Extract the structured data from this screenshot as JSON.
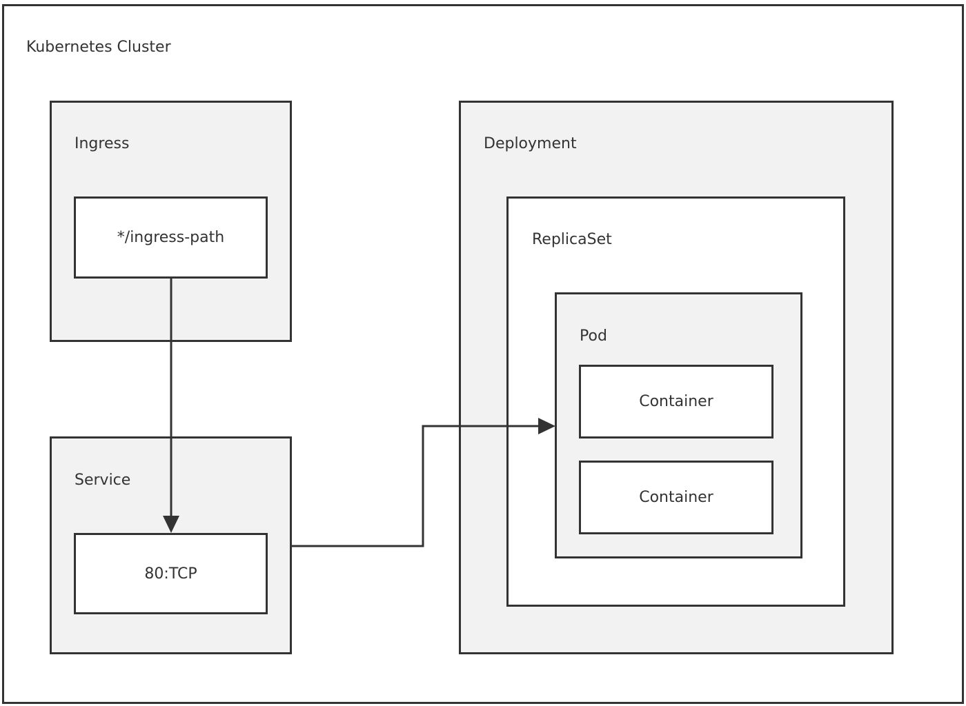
{
  "cluster": {
    "label": "Kubernetes Cluster"
  },
  "ingress": {
    "label": "Ingress",
    "path": {
      "label": "*/ingress-path"
    }
  },
  "service": {
    "label": "Service",
    "port": {
      "label": "80:TCP"
    }
  },
  "deployment": {
    "label": "Deployment",
    "replicaset": {
      "label": "ReplicaSet",
      "pod": {
        "label": "Pod",
        "containers": [
          {
            "label": "Container"
          },
          {
            "label": "Container"
          }
        ]
      }
    }
  },
  "colors": {
    "stroke": "#333333",
    "group_fill": "#f2f2f2",
    "box_fill": "#ffffff"
  }
}
